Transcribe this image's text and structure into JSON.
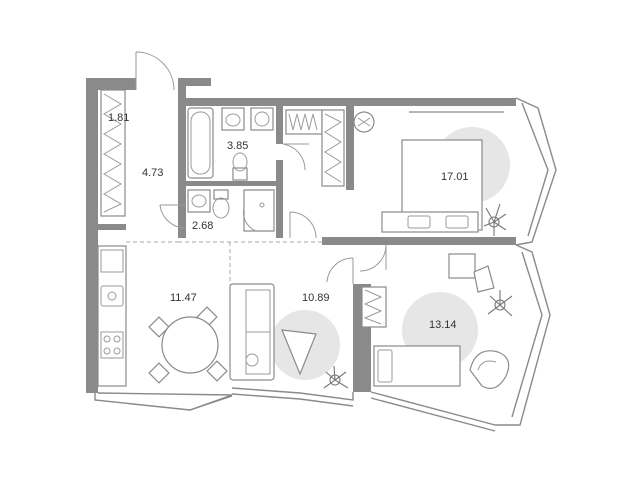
{
  "rooms": [
    {
      "id": "wardrobe",
      "area": "1.81"
    },
    {
      "id": "hall",
      "area": "4.73"
    },
    {
      "id": "bathroom",
      "area": "3.85"
    },
    {
      "id": "wc",
      "area": "2.68"
    },
    {
      "id": "bedroom-1",
      "area": "17.01"
    },
    {
      "id": "kitchen-living",
      "area": "11.47"
    },
    {
      "id": "living",
      "area": "10.89"
    },
    {
      "id": "bedroom-2",
      "area": "13.14"
    }
  ],
  "colors": {
    "wall": "#8a8a8a",
    "rug": "#e6e6e6",
    "label": "#333333"
  }
}
